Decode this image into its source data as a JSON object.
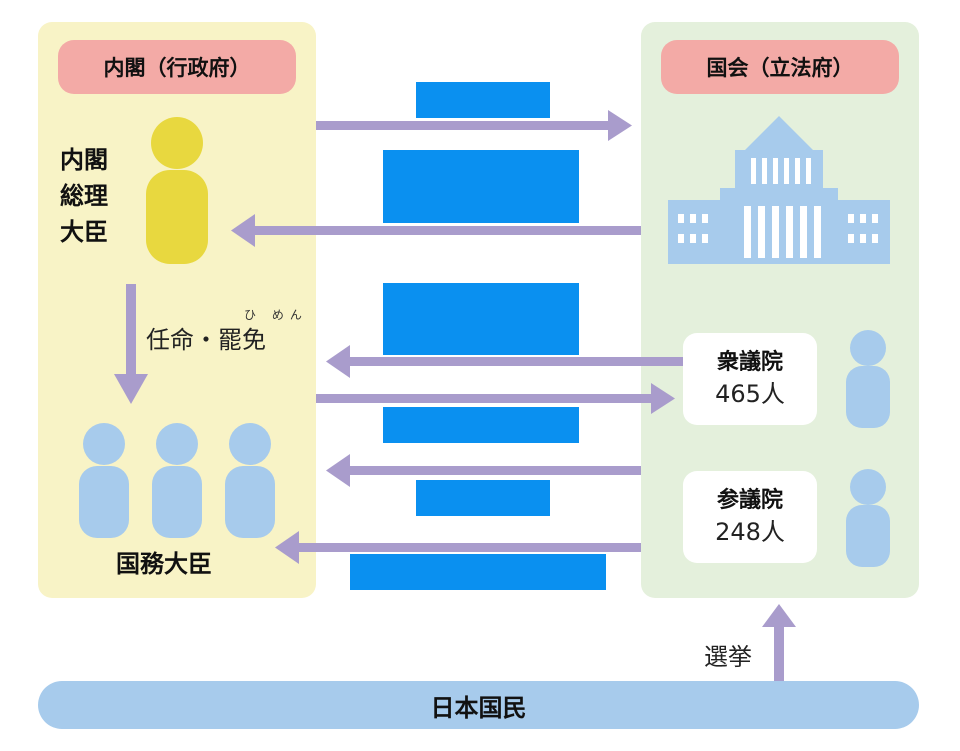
{
  "cabinet": {
    "title": "内閣（行政府）",
    "pm_label_lines": [
      "内閣",
      "総理",
      "大臣"
    ],
    "appoint_label": "任命・罷免",
    "dismiss_furigana": "ひ めん",
    "ministers_label": "国務大臣"
  },
  "diet": {
    "title": "国会（立法府）",
    "houses": [
      {
        "name": "衆議院",
        "count": "465人"
      },
      {
        "name": "参議院",
        "count": "248人"
      }
    ]
  },
  "people": {
    "label": "日本国民",
    "election_label": "選挙"
  },
  "colors": {
    "cabinet_bg": "#f8f3c6",
    "diet_bg": "#e4f0dc",
    "title_pill": "#f3aaa6",
    "pm_figure": "#e8d83f",
    "figures": "#a7cbec",
    "building": "#a7cbec",
    "arrows": "#a99ccc",
    "redaction_blocks": "#0a90f0",
    "people_bar": "#a7cbec"
  }
}
